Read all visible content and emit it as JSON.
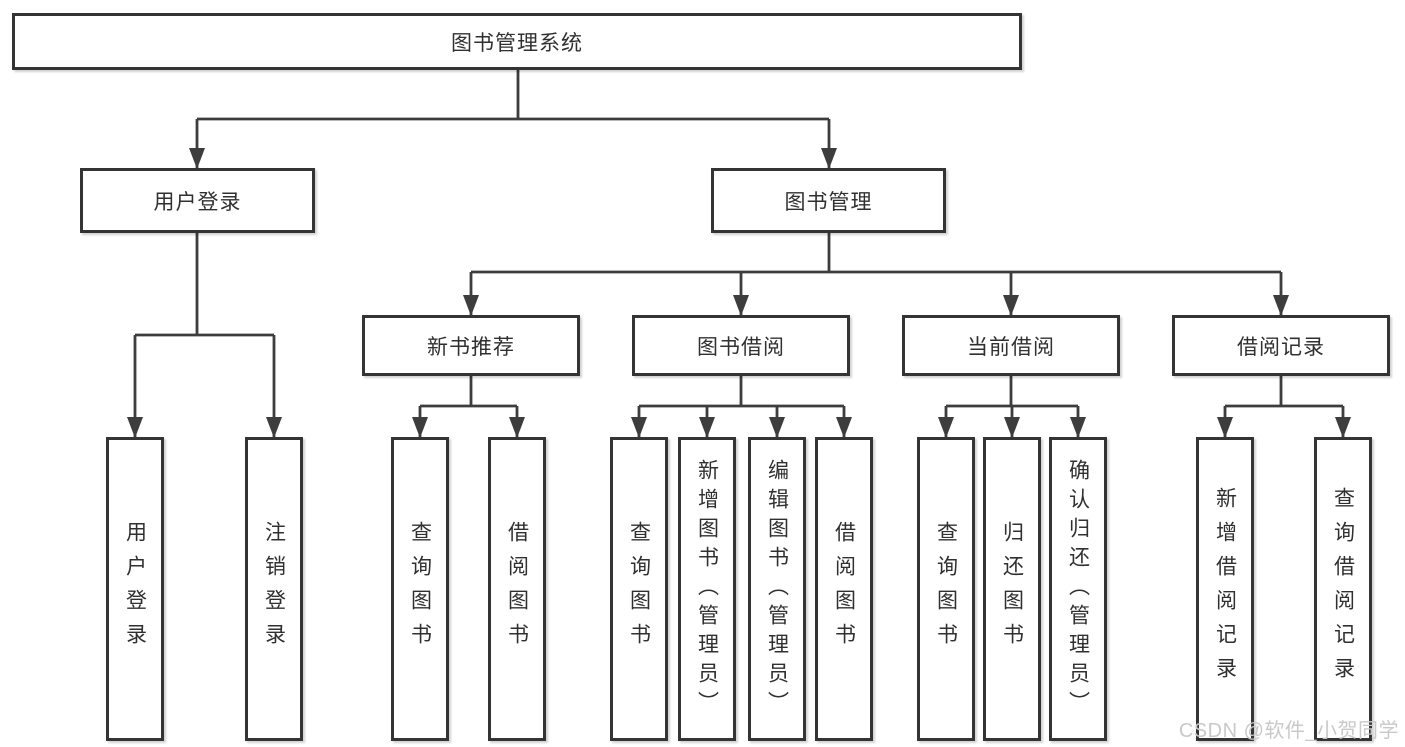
{
  "tree": {
    "label": "图书管理系统",
    "children": [
      {
        "label": "用户登录",
        "children": [
          {
            "label": "用户登录"
          },
          {
            "label": "注销登录"
          }
        ]
      },
      {
        "label": "图书管理",
        "children": [
          {
            "label": "新书推荐",
            "children": [
              {
                "label": "查询图书"
              },
              {
                "label": "借阅图书"
              }
            ]
          },
          {
            "label": "图书借阅",
            "children": [
              {
                "label": "查询图书"
              },
              {
                "label": "新增图书（管理员）"
              },
              {
                "label": "编辑图书（管理员）"
              },
              {
                "label": "借阅图书"
              }
            ]
          },
          {
            "label": "当前借阅",
            "children": [
              {
                "label": "查询图书"
              },
              {
                "label": "归还图书"
              },
              {
                "label": "确认归还（管理员）"
              }
            ]
          },
          {
            "label": "借阅记录",
            "children": [
              {
                "label": "新增借阅记录"
              },
              {
                "label": "查询借阅记录"
              }
            ]
          }
        ]
      }
    ]
  },
  "watermark": {
    "text": "CSDN @软件_小贺同学"
  },
  "colors": {
    "line": "#3d3d3d",
    "box_border": "#343434",
    "box_fill": "#ffffff",
    "text": "#303030",
    "watermark": "#c9c9c9"
  }
}
